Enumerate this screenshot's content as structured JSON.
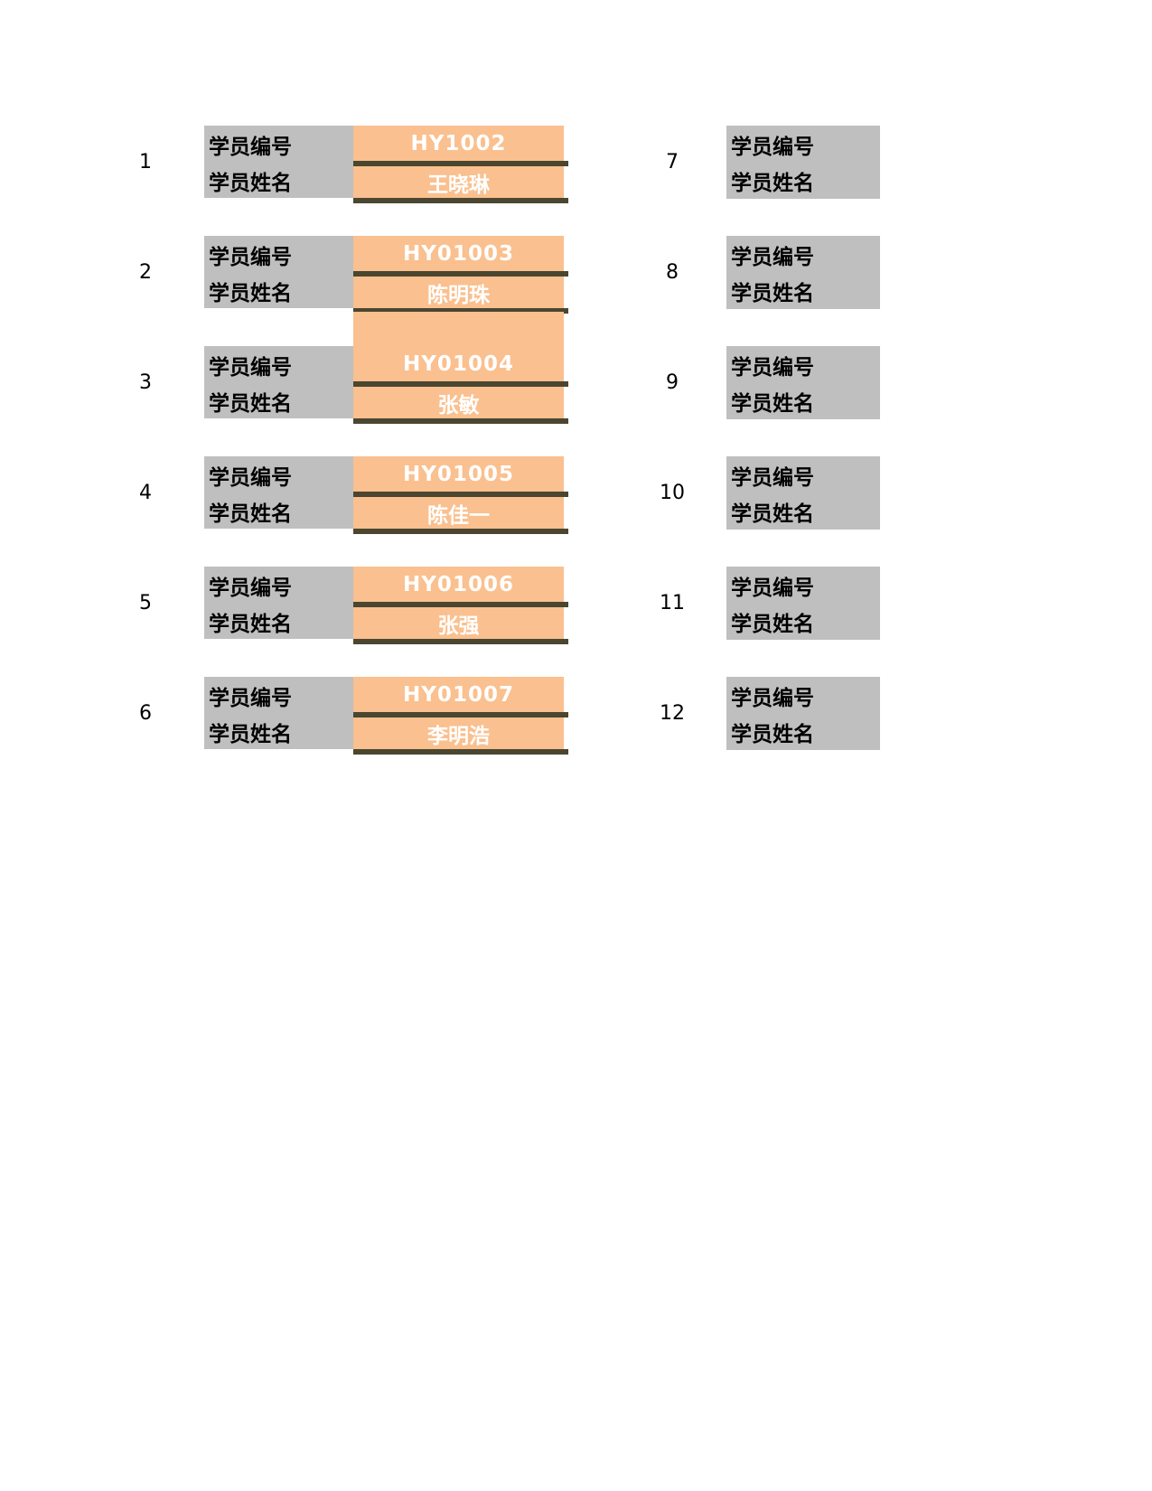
{
  "labels": {
    "id_label": "学员编号",
    "name_label": "学员姓名"
  },
  "colors": {
    "orange": "#FAC08F",
    "gray": "#BFBFBF",
    "line": "#4A4630",
    "value_text": "#FFFFFF",
    "label_text": "#000000",
    "background": "#FFFFFF"
  },
  "entries": [
    {
      "index": "1",
      "id": "HY1002",
      "name": "王晓琳",
      "filled": true
    },
    {
      "index": "2",
      "id": "HY01003",
      "name": "陈明珠",
      "filled": true
    },
    {
      "index": "3",
      "id": "HY01004",
      "name": "张敏",
      "filled": true,
      "tall_orange": true
    },
    {
      "index": "4",
      "id": "HY01005",
      "name": "陈佳一",
      "filled": true
    },
    {
      "index": "5",
      "id": "HY01006",
      "name": "张强",
      "filled": true
    },
    {
      "index": "6",
      "id": "HY01007",
      "name": "李明浩",
      "filled": true
    },
    {
      "index": "7",
      "filled": false
    },
    {
      "index": "8",
      "filled": false
    },
    {
      "index": "9",
      "filled": false
    },
    {
      "index": "10",
      "filled": false
    },
    {
      "index": "11",
      "filled": false
    },
    {
      "index": "12",
      "filled": false
    }
  ]
}
